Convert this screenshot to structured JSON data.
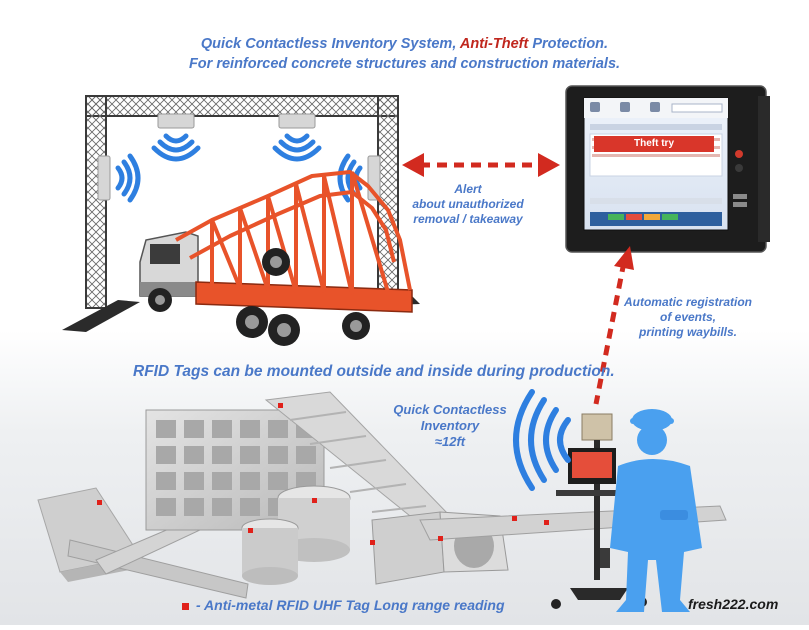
{
  "headline": {
    "line1_part1": "Quick Contactless Inventory System, ",
    "line1_highlight": "Anti-Theft",
    "line1_part2": " Protection.",
    "line2": "For reinforced concrete structures and construction materials."
  },
  "labels": {
    "alert_line1": "Alert",
    "alert_line2": "about unauthorized",
    "alert_line3": "removal / takeaway",
    "autoreg_line1": "Automatic registration",
    "autoreg_line2": "of events,",
    "autoreg_line3": "printing waybills.",
    "rfid_mount": "RFID Tags can be mounted outside and inside during production.",
    "qci_line1": "Quick Contactless",
    "qci_line2": "Inventory",
    "qci_line3": "≈12ft",
    "legend": "- Anti-metal RFID UHF Tag Long range reading"
  },
  "monitor": {
    "screen_title": "Theft try"
  },
  "watermark": "fresh222.com",
  "colors": {
    "accent_blue": "#4a78c8",
    "alert_red": "#c0271e",
    "truss_gray": "#3a3a3a",
    "trailer_orange": "#e8532a",
    "tag_red": "#e0211a",
    "wave_blue": "#2e7fe0",
    "worker_blue": "#4aa0ef"
  },
  "icons": [
    "wifi-signal-icon",
    "worker-silhouette-icon"
  ]
}
